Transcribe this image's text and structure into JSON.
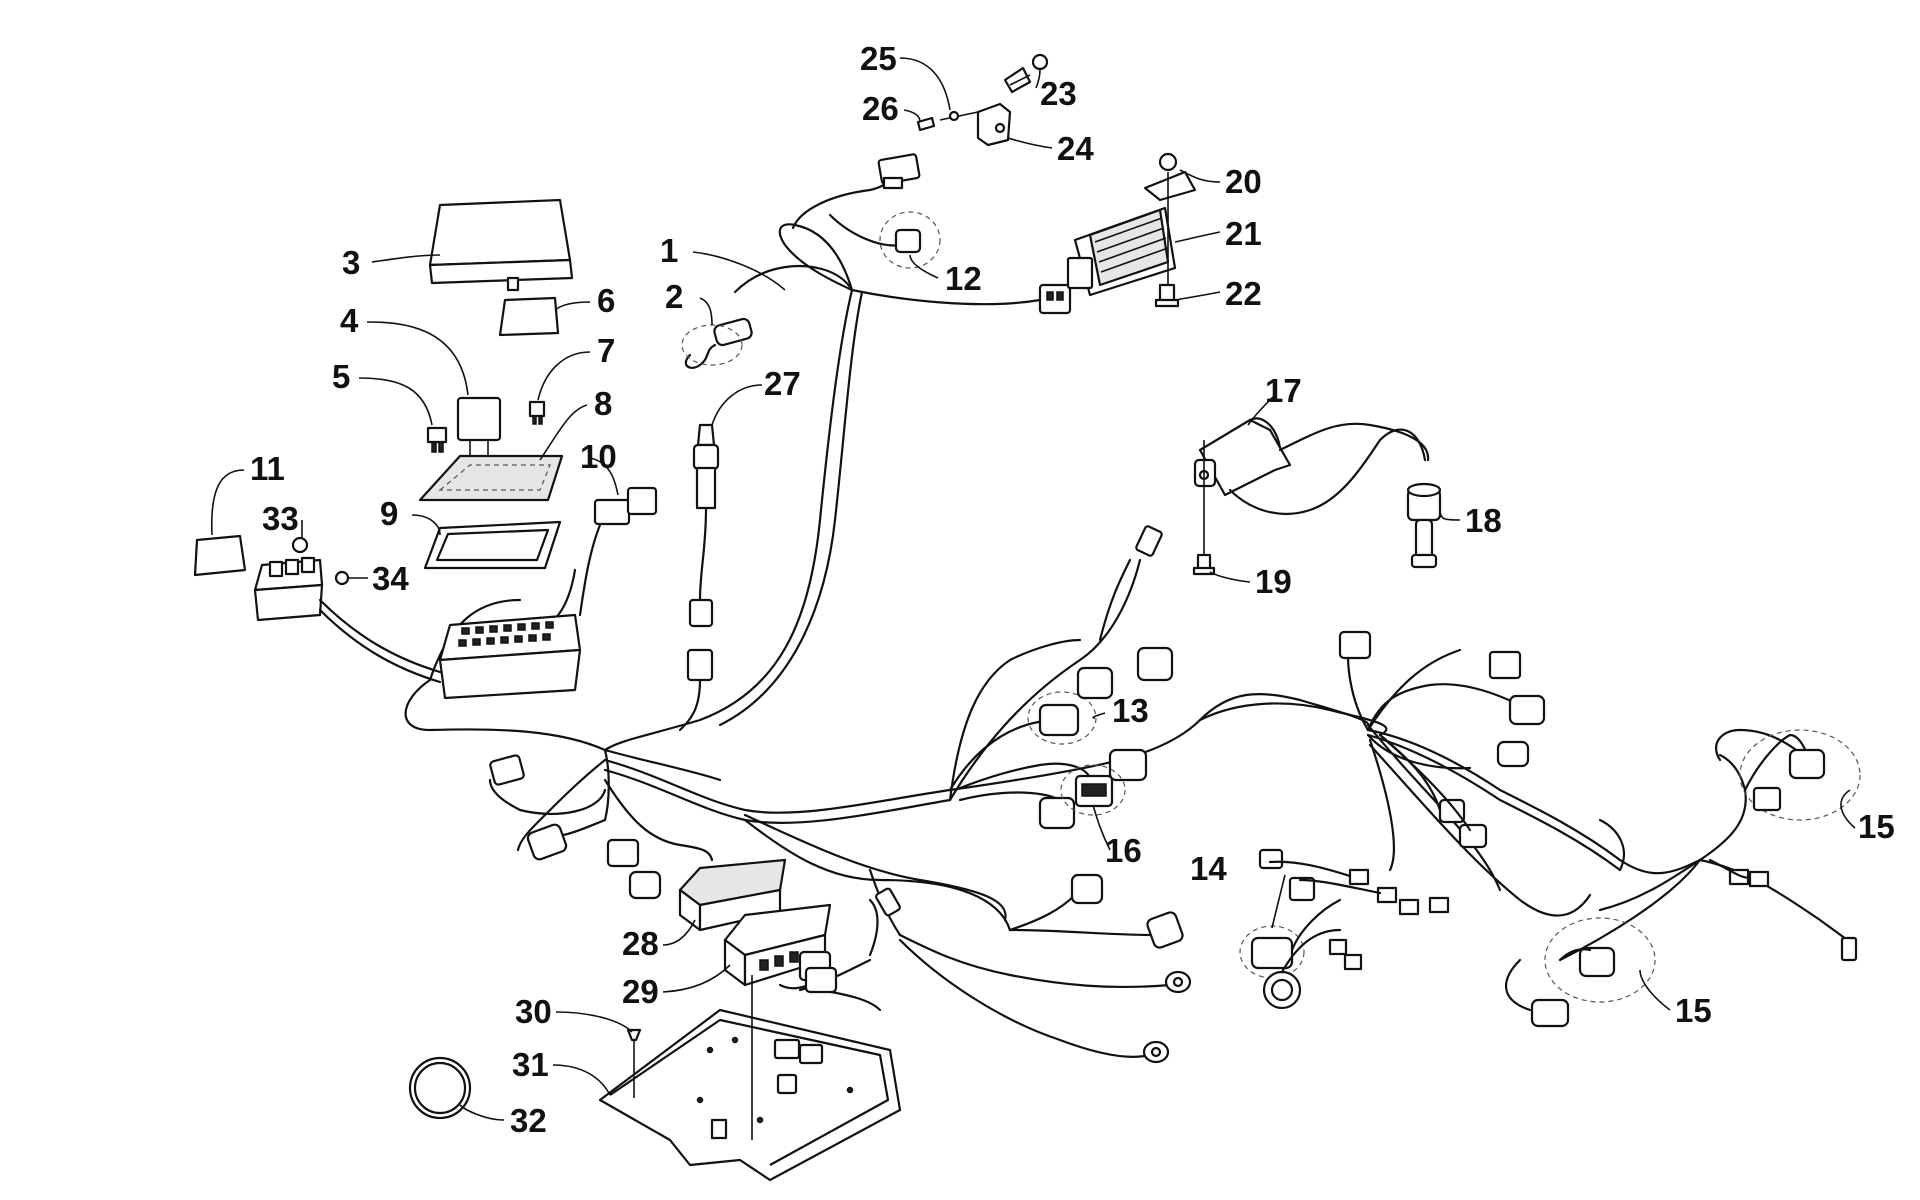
{
  "diagram": {
    "callouts": [
      {
        "id": "c1",
        "text": "1"
      },
      {
        "id": "c2",
        "text": "2"
      },
      {
        "id": "c3",
        "text": "3"
      },
      {
        "id": "c4",
        "text": "4"
      },
      {
        "id": "c5",
        "text": "5"
      },
      {
        "id": "c6",
        "text": "6"
      },
      {
        "id": "c7",
        "text": "7"
      },
      {
        "id": "c8",
        "text": "8"
      },
      {
        "id": "c9",
        "text": "9"
      },
      {
        "id": "c10",
        "text": "10"
      },
      {
        "id": "c11",
        "text": "11"
      },
      {
        "id": "c12",
        "text": "12"
      },
      {
        "id": "c13",
        "text": "13"
      },
      {
        "id": "c14",
        "text": "14"
      },
      {
        "id": "c15a",
        "text": "15"
      },
      {
        "id": "c15b",
        "text": "15"
      },
      {
        "id": "c16",
        "text": "16"
      },
      {
        "id": "c17",
        "text": "17"
      },
      {
        "id": "c18",
        "text": "18"
      },
      {
        "id": "c19",
        "text": "19"
      },
      {
        "id": "c20",
        "text": "20"
      },
      {
        "id": "c21",
        "text": "21"
      },
      {
        "id": "c22",
        "text": "22"
      },
      {
        "id": "c23",
        "text": "23"
      },
      {
        "id": "c24",
        "text": "24"
      },
      {
        "id": "c25",
        "text": "25"
      },
      {
        "id": "c26",
        "text": "26"
      },
      {
        "id": "c27",
        "text": "27"
      },
      {
        "id": "c28",
        "text": "28"
      },
      {
        "id": "c29",
        "text": "29"
      },
      {
        "id": "c30",
        "text": "30"
      },
      {
        "id": "c31",
        "text": "31"
      },
      {
        "id": "c32",
        "text": "32"
      },
      {
        "id": "c33",
        "text": "33"
      },
      {
        "id": "c34",
        "text": "34"
      }
    ]
  }
}
